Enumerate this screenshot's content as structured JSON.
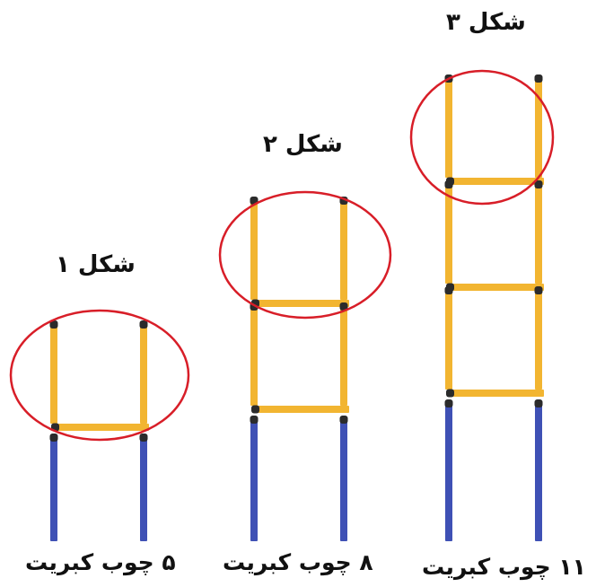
{
  "colors": {
    "matchstick": "#F2B531",
    "matchstick_edge": "#E0A020",
    "match_head": "#2b2b2b",
    "extension_stick": "#3F51B5",
    "highlight_circle": "#D81E28",
    "text": "#111111"
  },
  "figures": [
    {
      "label": "شکل ۱",
      "count_label": "۵ چوب کبریت",
      "squares": 1
    },
    {
      "label": "شکل ۲",
      "count_label": "۸ چوب کبریت",
      "squares": 2
    },
    {
      "label": "شکل ۳",
      "count_label": "۱۱ چوب کبریت",
      "squares": 3
    }
  ]
}
